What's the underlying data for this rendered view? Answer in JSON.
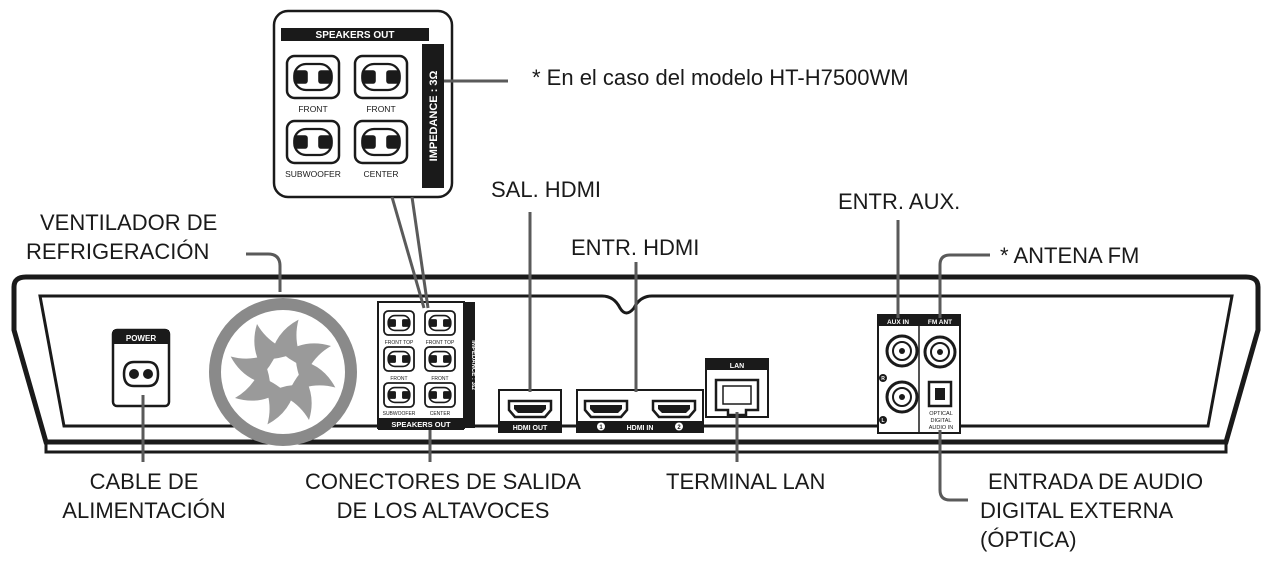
{
  "diagram": {
    "callouts": {
      "fan": [
        "VENTILADOR DE",
        "REFRIGERACIÓN"
      ],
      "power_cable": [
        "CABLE DE",
        "ALIMENTACIÓN"
      ],
      "speaker_connectors": [
        "CONECTORES DE SALIDA",
        "DE LOS ALTAVOCES"
      ],
      "hdmi_out": "SAL. HDMI",
      "hdmi_in": "ENTR. HDMI",
      "lan_terminal": "TERMINAL LAN",
      "aux_in": "ENTR. AUX.",
      "fm_antenna": "* ANTENA FM",
      "optical_input": [
        "ENTRADA DE AUDIO",
        "DIGITAL EXTERNA",
        "(ÓPTICA)"
      ],
      "model_note": "* En el caso del modelo HT-H7500WM"
    },
    "panel_labels": {
      "power": "POWER",
      "speakers_out": "SPEAKERS OUT",
      "impedance_inset": "IMPEDANCE : 3Ω",
      "impedance_small": "IMPEDANCE : 3Ω",
      "front_r": "FRONT",
      "front_l": "FRONT",
      "front_top_r": "FRONT TOP",
      "front_top_l": "FRONT TOP",
      "subwoofer": "SUBWOOFER",
      "center": "CENTER",
      "hdmi_out": "HDMI OUT",
      "hdmi_in": "HDMI IN",
      "hdmi_in_1": "1",
      "hdmi_in_2": "2",
      "lan": "LAN",
      "aux_in": "AUX IN",
      "fm_ant": "FM ANT",
      "aux_r": "R",
      "aux_l": "L",
      "optical": [
        "OPTICAL",
        "DIGITAL",
        "AUDIO IN"
      ]
    }
  }
}
